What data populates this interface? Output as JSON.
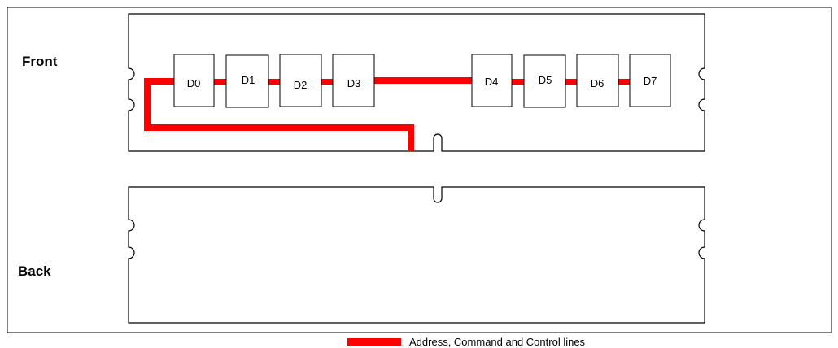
{
  "labels": {
    "front": "Front",
    "back": "Back"
  },
  "chips": [
    {
      "id": "D0",
      "label": "D0"
    },
    {
      "id": "D1",
      "label": "D1"
    },
    {
      "id": "D2",
      "label": "D2"
    },
    {
      "id": "D3",
      "label": "D3"
    },
    {
      "id": "D4",
      "label": "D4"
    },
    {
      "id": "D5",
      "label": "D5"
    },
    {
      "id": "D6",
      "label": "D6"
    },
    {
      "id": "D7",
      "label": "D7"
    }
  ],
  "legend": {
    "label": "Address, Command and Control lines",
    "color": "#ff0000"
  },
  "colors": {
    "trace": "#ff0000",
    "outline": "#000000"
  }
}
